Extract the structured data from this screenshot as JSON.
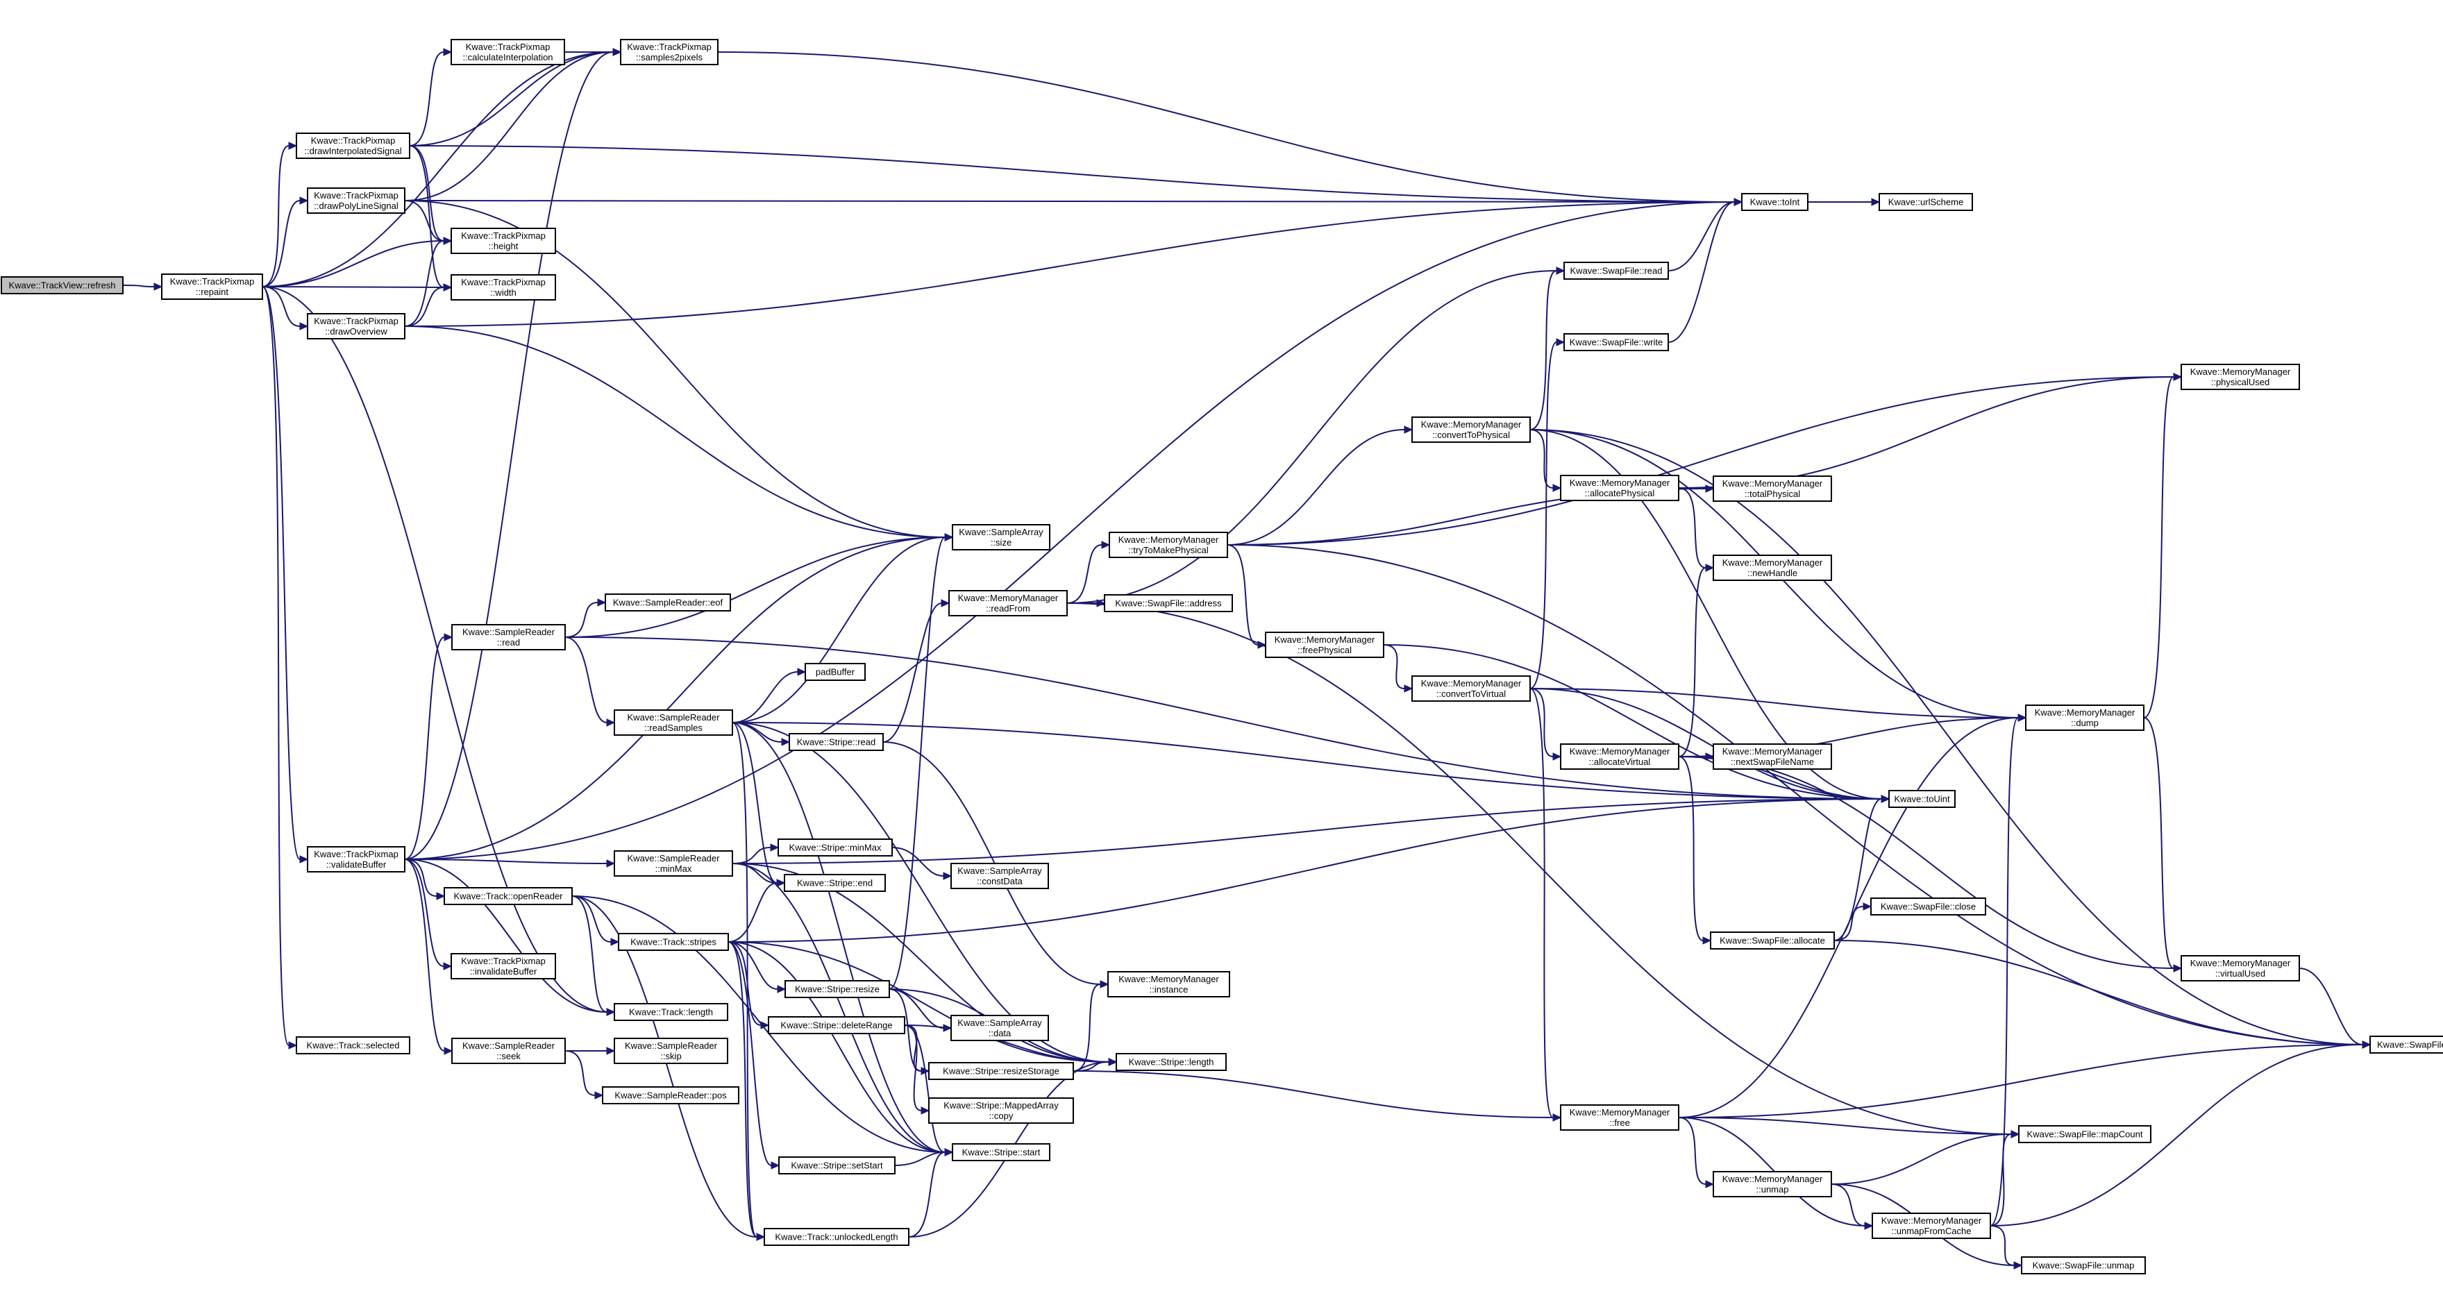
{
  "graph": {
    "title": "",
    "nodes": [
      {
        "id": "refresh",
        "lines": [
          "Kwave::TrackView::refresh"
        ],
        "root": true
      },
      {
        "id": "repaint",
        "lines": [
          "Kwave::TrackPixmap",
          "::repaint"
        ]
      },
      {
        "id": "drawInterp",
        "lines": [
          "Kwave::TrackPixmap",
          "::drawInterpolatedSignal"
        ]
      },
      {
        "id": "calcInterp",
        "lines": [
          "Kwave::TrackPixmap",
          "::calculateInterpolation"
        ]
      },
      {
        "id": "samples2pixels",
        "lines": [
          "Kwave::TrackPixmap",
          "::samples2pixels"
        ]
      },
      {
        "id": "drawPoly",
        "lines": [
          "Kwave::TrackPixmap",
          "::drawPolyLineSignal"
        ]
      },
      {
        "id": "height",
        "lines": [
          "Kwave::TrackPixmap",
          "::height"
        ]
      },
      {
        "id": "width",
        "lines": [
          "Kwave::TrackPixmap",
          "::width"
        ]
      },
      {
        "id": "drawOverview",
        "lines": [
          "Kwave::TrackPixmap",
          "::drawOverview"
        ]
      },
      {
        "id": "validateBuffer",
        "lines": [
          "Kwave::TrackPixmap",
          "::validateBuffer"
        ]
      },
      {
        "id": "selected",
        "lines": [
          "Kwave::Track::selected"
        ]
      },
      {
        "id": "toInt",
        "lines": [
          "Kwave::toInt"
        ]
      },
      {
        "id": "urlScheme",
        "lines": [
          "Kwave::urlScheme"
        ]
      },
      {
        "id": "swapRead",
        "lines": [
          "Kwave::SwapFile::read"
        ]
      },
      {
        "id": "swapWrite",
        "lines": [
          "Kwave::SwapFile::write"
        ]
      },
      {
        "id": "convertToPhysical",
        "lines": [
          "Kwave::MemoryManager",
          "::convertToPhysical"
        ]
      },
      {
        "id": "physicalUsed",
        "lines": [
          "Kwave::MemoryManager",
          "::physicalUsed"
        ]
      },
      {
        "id": "allocatePhysical",
        "lines": [
          "Kwave::MemoryManager",
          "::allocatePhysical"
        ]
      },
      {
        "id": "totalPhysical",
        "lines": [
          "Kwave::MemoryManager",
          "::totalPhysical"
        ]
      },
      {
        "id": "newHandle",
        "lines": [
          "Kwave::MemoryManager",
          "::newHandle"
        ]
      },
      {
        "id": "sampleArraySize",
        "lines": [
          "Kwave::SampleArray",
          "::size"
        ]
      },
      {
        "id": "tryToMakePhysical",
        "lines": [
          "Kwave::MemoryManager",
          "::tryToMakePhysical"
        ]
      },
      {
        "id": "readFrom",
        "lines": [
          "Kwave::MemoryManager",
          "::readFrom"
        ]
      },
      {
        "id": "swapAddress",
        "lines": [
          "Kwave::SwapFile::address"
        ]
      },
      {
        "id": "freePhysical",
        "lines": [
          "Kwave::MemoryManager",
          "::freePhysical"
        ]
      },
      {
        "id": "convertToVirtual",
        "lines": [
          "Kwave::MemoryManager",
          "::convertToVirtual"
        ]
      },
      {
        "id": "dump",
        "lines": [
          "Kwave::MemoryManager",
          "::dump"
        ]
      },
      {
        "id": "allocateVirtual",
        "lines": [
          "Kwave::MemoryManager",
          "::allocateVirtual"
        ]
      },
      {
        "id": "nextSwapFileName",
        "lines": [
          "Kwave::MemoryManager",
          "::nextSwapFileName"
        ]
      },
      {
        "id": "toUint",
        "lines": [
          "Kwave::toUint"
        ]
      },
      {
        "id": "srRead",
        "lines": [
          "Kwave::SampleReader",
          "::read"
        ]
      },
      {
        "id": "srEof",
        "lines": [
          "Kwave::SampleReader::eof"
        ]
      },
      {
        "id": "padBuffer",
        "lines": [
          "padBuffer"
        ]
      },
      {
        "id": "readSamples",
        "lines": [
          "Kwave::SampleReader",
          "::readSamples"
        ]
      },
      {
        "id": "stripeRead",
        "lines": [
          "Kwave::Stripe::read"
        ]
      },
      {
        "id": "minMax",
        "lines": [
          "Kwave::SampleReader",
          "::minMax"
        ]
      },
      {
        "id": "stripeMinMax",
        "lines": [
          "Kwave::Stripe::minMax"
        ]
      },
      {
        "id": "constData",
        "lines": [
          "Kwave::SampleArray",
          "::constData"
        ]
      },
      {
        "id": "stripeEnd",
        "lines": [
          "Kwave::Stripe::end"
        ]
      },
      {
        "id": "openReader",
        "lines": [
          "Kwave::Track::openReader"
        ]
      },
      {
        "id": "stripes",
        "lines": [
          "Kwave::Track::stripes"
        ]
      },
      {
        "id": "invalidateBuffer",
        "lines": [
          "Kwave::TrackPixmap",
          "::invalidateBuffer"
        ]
      },
      {
        "id": "trackLength",
        "lines": [
          "Kwave::Track::length"
        ]
      },
      {
        "id": "stripeResize",
        "lines": [
          "Kwave::Stripe::resize"
        ]
      },
      {
        "id": "saData",
        "lines": [
          "Kwave::SampleArray",
          "::data"
        ]
      },
      {
        "id": "deleteRange",
        "lines": [
          "Kwave::Stripe::deleteRange"
        ]
      },
      {
        "id": "srSeek",
        "lines": [
          "Kwave::SampleReader",
          "::seek"
        ]
      },
      {
        "id": "srSkip",
        "lines": [
          "Kwave::SampleReader",
          "::skip"
        ]
      },
      {
        "id": "srPos",
        "lines": [
          "Kwave::SampleReader::pos"
        ]
      },
      {
        "id": "resizeStorage",
        "lines": [
          "Kwave::Stripe::resizeStorage"
        ]
      },
      {
        "id": "mmInstance",
        "lines": [
          "Kwave::MemoryManager",
          "::instance"
        ]
      },
      {
        "id": "stripeLength",
        "lines": [
          "Kwave::Stripe::length"
        ]
      },
      {
        "id": "mappedCopy",
        "lines": [
          "Kwave::Stripe::MappedArray",
          "::copy"
        ]
      },
      {
        "id": "setStart",
        "lines": [
          "Kwave::Stripe::setStart"
        ]
      },
      {
        "id": "stripeStart",
        "lines": [
          "Kwave::Stripe::start"
        ]
      },
      {
        "id": "unlockedLength",
        "lines": [
          "Kwave::Track::unlockedLength"
        ]
      },
      {
        "id": "swapClose",
        "lines": [
          "Kwave::SwapFile::close"
        ]
      },
      {
        "id": "swapAllocate",
        "lines": [
          "Kwave::SwapFile::allocate"
        ]
      },
      {
        "id": "virtualUsed",
        "lines": [
          "Kwave::MemoryManager",
          "::virtualUsed"
        ]
      },
      {
        "id": "swapSize",
        "lines": [
          "Kwave::SwapFile::size"
        ]
      },
      {
        "id": "mmFree",
        "lines": [
          "Kwave::MemoryManager",
          "::free"
        ]
      },
      {
        "id": "mapCount",
        "lines": [
          "Kwave::SwapFile::mapCount"
        ]
      },
      {
        "id": "mmUnmap",
        "lines": [
          "Kwave::MemoryManager",
          "::unmap"
        ]
      },
      {
        "id": "unmapFromCache",
        "lines": [
          "Kwave::MemoryManager",
          "::unmapFromCache"
        ]
      },
      {
        "id": "swapUnmap",
        "lines": [
          "Kwave::SwapFile::unmap"
        ]
      }
    ],
    "edges": [
      [
        "refresh",
        "repaint"
      ],
      [
        "repaint",
        "drawInterp"
      ],
      [
        "repaint",
        "drawPoly"
      ],
      [
        "repaint",
        "drawOverview"
      ],
      [
        "repaint",
        "height"
      ],
      [
        "repaint",
        "width"
      ],
      [
        "repaint",
        "samples2pixels"
      ],
      [
        "repaint",
        "validateBuffer"
      ],
      [
        "repaint",
        "selected"
      ],
      [
        "repaint",
        "trackLength"
      ],
      [
        "drawInterp",
        "calcInterp"
      ],
      [
        "drawInterp",
        "samples2pixels"
      ],
      [
        "drawInterp",
        "toInt"
      ],
      [
        "drawInterp",
        "height"
      ],
      [
        "drawInterp",
        "width"
      ],
      [
        "calcInterp",
        "samples2pixels"
      ],
      [
        "samples2pixels",
        "toInt"
      ],
      [
        "drawPoly",
        "samples2pixels"
      ],
      [
        "drawPoly",
        "toInt"
      ],
      [
        "drawPoly",
        "height"
      ],
      [
        "drawPoly",
        "sampleArraySize"
      ],
      [
        "drawOverview",
        "height"
      ],
      [
        "drawOverview",
        "width"
      ],
      [
        "drawOverview",
        "toInt"
      ],
      [
        "drawOverview",
        "sampleArraySize"
      ],
      [
        "validateBuffer",
        "samples2pixels"
      ],
      [
        "validateBuffer",
        "sampleArraySize"
      ],
      [
        "validateBuffer",
        "srRead"
      ],
      [
        "validateBuffer",
        "minMax"
      ],
      [
        "validateBuffer",
        "openReader"
      ],
      [
        "validateBuffer",
        "invalidateBuffer"
      ],
      [
        "validateBuffer",
        "trackLength"
      ],
      [
        "validateBuffer",
        "srSeek"
      ],
      [
        "validateBuffer",
        "toInt"
      ],
      [
        "toInt",
        "urlScheme"
      ],
      [
        "srRead",
        "srEof"
      ],
      [
        "srRead",
        "readSamples"
      ],
      [
        "srRead",
        "toUint"
      ],
      [
        "srRead",
        "sampleArraySize"
      ],
      [
        "readSamples",
        "padBuffer"
      ],
      [
        "readSamples",
        "stripeRead"
      ],
      [
        "readSamples",
        "sampleArraySize"
      ],
      [
        "readSamples",
        "stripeEnd"
      ],
      [
        "readSamples",
        "stripeLength"
      ],
      [
        "readSamples",
        "stripeStart"
      ],
      [
        "readSamples",
        "unlockedLength"
      ],
      [
        "readSamples",
        "toUint"
      ],
      [
        "stripeRead",
        "readFrom"
      ],
      [
        "stripeRead",
        "mmInstance"
      ],
      [
        "readFrom",
        "tryToMakePhysical"
      ],
      [
        "readFrom",
        "swapAddress"
      ],
      [
        "readFrom",
        "swapRead"
      ],
      [
        "readFrom",
        "mapCount"
      ],
      [
        "tryToMakePhysical",
        "convertToPhysical"
      ],
      [
        "tryToMakePhysical",
        "freePhysical"
      ],
      [
        "tryToMakePhysical",
        "totalPhysical"
      ],
      [
        "tryToMakePhysical",
        "physicalUsed"
      ],
      [
        "tryToMakePhysical",
        "swapSize"
      ],
      [
        "convertToPhysical",
        "swapRead"
      ],
      [
        "convertToPhysical",
        "allocatePhysical"
      ],
      [
        "convertToPhysical",
        "toUint"
      ],
      [
        "convertToPhysical",
        "dump"
      ],
      [
        "convertToPhysical",
        "swapSize"
      ],
      [
        "allocatePhysical",
        "totalPhysical"
      ],
      [
        "allocatePhysical",
        "physicalUsed"
      ],
      [
        "allocatePhysical",
        "newHandle"
      ],
      [
        "freePhysical",
        "convertToVirtual"
      ],
      [
        "freePhysical",
        "toUint"
      ],
      [
        "convertToVirtual",
        "swapWrite"
      ],
      [
        "convertToVirtual",
        "allocateVirtual"
      ],
      [
        "convertToVirtual",
        "toUint"
      ],
      [
        "convertToVirtual",
        "dump"
      ],
      [
        "convertToVirtual",
        "mmFree"
      ],
      [
        "swapWrite",
        "toInt"
      ],
      [
        "swapRead",
        "toInt"
      ],
      [
        "allocateVirtual",
        "nextSwapFileName"
      ],
      [
        "allocateVirtual",
        "toUint"
      ],
      [
        "allocateVirtual",
        "newHandle"
      ],
      [
        "allocateVirtual",
        "swapAllocate"
      ],
      [
        "allocateVirtual",
        "dump"
      ],
      [
        "allocateVirtual",
        "virtualUsed"
      ],
      [
        "swapAllocate",
        "swapClose"
      ],
      [
        "swapAllocate",
        "swapSize"
      ],
      [
        "swapAllocate",
        "toUint"
      ],
      [
        "dump",
        "physicalUsed"
      ],
      [
        "dump",
        "virtualUsed"
      ],
      [
        "virtualUsed",
        "swapSize"
      ],
      [
        "minMax",
        "stripeMinMax"
      ],
      [
        "minMax",
        "stripeEnd"
      ],
      [
        "minMax",
        "toUint"
      ],
      [
        "minMax",
        "stripeLength"
      ],
      [
        "minMax",
        "stripeStart"
      ],
      [
        "stripeMinMax",
        "constData"
      ],
      [
        "openReader",
        "stripes"
      ],
      [
        "openReader",
        "trackLength"
      ],
      [
        "openReader",
        "stripeStart"
      ],
      [
        "openReader",
        "unlockedLength"
      ],
      [
        "stripes",
        "stripeEnd"
      ],
      [
        "stripes",
        "stripeResize"
      ],
      [
        "stripes",
        "deleteRange"
      ],
      [
        "stripes",
        "setStart"
      ],
      [
        "stripes",
        "stripeLength"
      ],
      [
        "stripes",
        "stripeStart"
      ],
      [
        "stripes",
        "toUint"
      ],
      [
        "stripes",
        "unlockedLength"
      ],
      [
        "stripeResize",
        "saData"
      ],
      [
        "stripeResize",
        "resizeStorage"
      ],
      [
        "stripeResize",
        "stripeLength"
      ],
      [
        "stripeResize",
        "sampleArraySize"
      ],
      [
        "deleteRange",
        "resizeStorage"
      ],
      [
        "deleteRange",
        "mappedCopy"
      ],
      [
        "deleteRange",
        "stripeLength"
      ],
      [
        "deleteRange",
        "stripeStart"
      ],
      [
        "resizeStorage",
        "mmInstance"
      ],
      [
        "resizeStorage",
        "stripeLength"
      ],
      [
        "resizeStorage",
        "mmFree"
      ],
      [
        "srSeek",
        "srSkip"
      ],
      [
        "srSeek",
        "srPos"
      ],
      [
        "setStart",
        "stripeStart"
      ],
      [
        "unlockedLength",
        "stripeStart"
      ],
      [
        "unlockedLength",
        "stripeLength"
      ],
      [
        "mmFree",
        "dump"
      ],
      [
        "mmFree",
        "mapCount"
      ],
      [
        "mmFree",
        "mmUnmap"
      ],
      [
        "mmFree",
        "unmapFromCache"
      ],
      [
        "mmFree",
        "swapSize"
      ],
      [
        "mmUnmap",
        "mapCount"
      ],
      [
        "mmUnmap",
        "unmapFromCache"
      ],
      [
        "mmUnmap",
        "swapUnmap"
      ],
      [
        "unmapFromCache",
        "mapCount"
      ],
      [
        "unmapFromCache",
        "swapUnmap"
      ],
      [
        "unmapFromCache",
        "swapSize"
      ],
      [
        "unmapFromCache",
        "dump"
      ]
    ]
  },
  "colors": {
    "edge": "#191970",
    "node_fill": "#ffffff",
    "root_fill": "#bfbfbf",
    "node_border": "#000000",
    "background": "#ffffff"
  }
}
